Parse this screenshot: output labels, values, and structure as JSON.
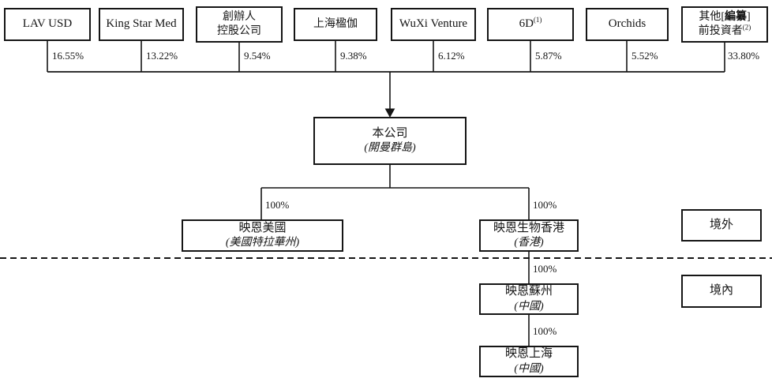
{
  "shareholders": [
    {
      "name": "LAV USD",
      "pct": "16.55%"
    },
    {
      "name": "King Star Med",
      "pct": "13.22%"
    },
    {
      "line1": "創辦人",
      "line2": "控股公司",
      "pct": "9.54%"
    },
    {
      "name": "上海楹伽",
      "pct": "9.38%"
    },
    {
      "name": "WuXi Venture",
      "pct": "6.12%"
    },
    {
      "name": "6D",
      "footnote": "(1)",
      "pct": "5.87%"
    },
    {
      "name": "Orchids",
      "pct": "5.52%"
    },
    {
      "line1_pre": "其他[",
      "line1_redacted": "編纂",
      "line1_post": "]",
      "line2": "前投資者",
      "footnote": "(2)",
      "pct": "33.80%"
    }
  ],
  "entities": {
    "company": {
      "name": "本公司",
      "location": "(開曼群島)"
    },
    "duality_us": {
      "name": "映恩美國",
      "location": "(美國特拉華州)"
    },
    "duality_hk": {
      "name": "映恩生物香港",
      "location": "(香港)"
    },
    "duality_suzhou": {
      "name": "映恩蘇州",
      "location": "(中國)"
    },
    "duality_shanghai": {
      "name": "映恩上海",
      "location": "(中國)"
    }
  },
  "ownership": {
    "us": "100%",
    "hk": "100%",
    "suzhou": "100%",
    "shanghai": "100%"
  },
  "regions": {
    "offshore": "境外",
    "onshore": "境內"
  },
  "colors": {
    "line": "#151515",
    "background": "#ffffff"
  }
}
